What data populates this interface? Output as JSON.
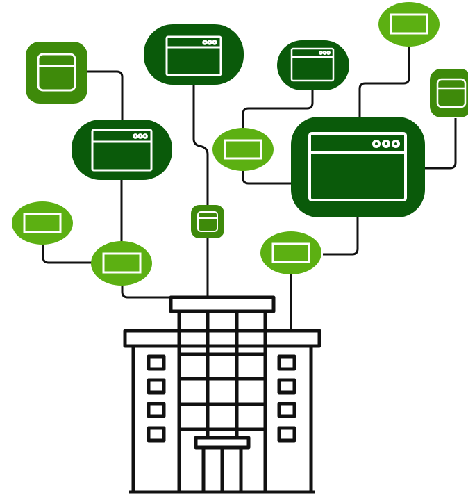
{
  "diagram": {
    "building": {
      "icon": "office-building-icon"
    },
    "nodes": [
      {
        "id": "dk-browser-top",
        "icon": "browser-window-dots-icon",
        "color": "#0a5a0a"
      },
      {
        "id": "dk-browser-left",
        "icon": "browser-window-dots-icon",
        "color": "#0a5a0a"
      },
      {
        "id": "dk-browser-mid",
        "icon": "browser-window-dots-icon",
        "color": "#0a5a0a"
      },
      {
        "id": "dk-browser-large",
        "icon": "browser-window-dots-icon",
        "color": "#0a5a0a"
      },
      {
        "id": "md-app-topleft",
        "icon": "app-window-icon",
        "color": "#3e8a0a"
      },
      {
        "id": "md-app-right",
        "icon": "app-window-icon",
        "color": "#3e8a0a"
      },
      {
        "id": "md-app-small",
        "icon": "app-window-icon",
        "color": "#3e8a0a"
      },
      {
        "id": "lt-rect-topright",
        "icon": "rectangle-window-icon",
        "color": "#5cb012"
      },
      {
        "id": "lt-rect-midleft",
        "icon": "rectangle-window-icon",
        "color": "#5cb012"
      },
      {
        "id": "lt-rect-left",
        "icon": "rectangle-window-icon",
        "color": "#5cb012"
      },
      {
        "id": "lt-rect-lowleft",
        "icon": "rectangle-window-icon",
        "color": "#5cb012"
      },
      {
        "id": "lt-rect-lowright",
        "icon": "rectangle-window-icon",
        "color": "#5cb012"
      }
    ],
    "colors": {
      "dark_green": "#0a5a0a",
      "medium_green": "#3e8a0a",
      "light_green": "#5cb012",
      "line": "#111111"
    }
  }
}
